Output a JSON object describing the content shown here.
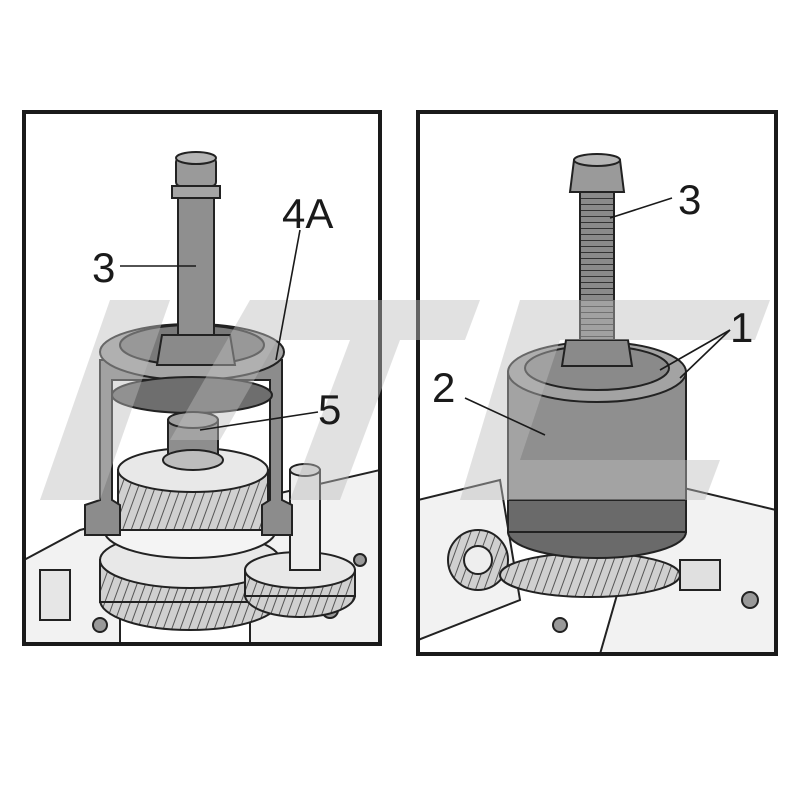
{
  "left_panel": {
    "labels": {
      "bolt": "3",
      "adapter": "4A",
      "shaft": "5"
    }
  },
  "right_panel": {
    "labels": {
      "bolt": "3",
      "cup_rim": "1",
      "cup_body": "2"
    }
  },
  "watermark": {
    "text": "JTC"
  },
  "colors": {
    "frame": "#1a1a1a",
    "tool_dark": "#7a7a7a",
    "tool_mid": "#a8a8a8",
    "tool_light": "#d6d6d6",
    "watermark": "#bdbdbd"
  }
}
